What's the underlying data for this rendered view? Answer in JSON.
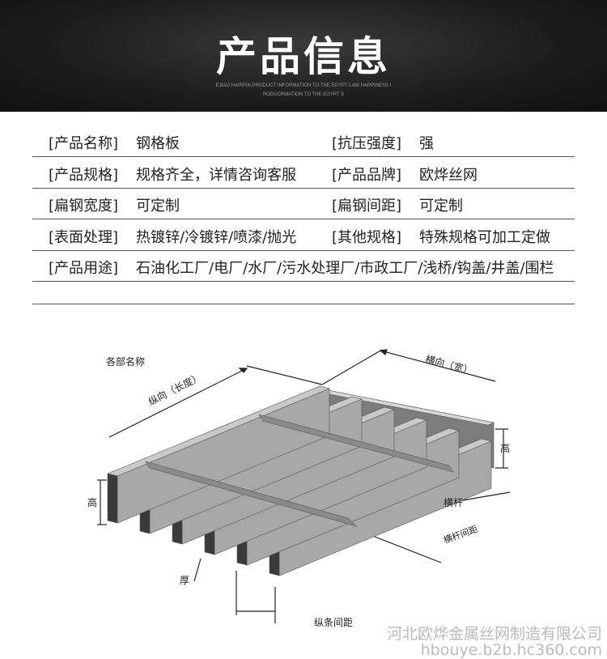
{
  "header": {
    "title": "产品信息",
    "subtitle_line1": "EJIAO HAIRPIN PRODUCT INFORMATION TO THE EGYPT LAW HAPPINESS I",
    "subtitle_line2": "RODUCRMATION TO THE EGYPT S"
  },
  "specs": [
    {
      "k1": "[产品名称]",
      "v1": "钢格板",
      "k2": "[抗压强度]",
      "v2": "强"
    },
    {
      "k1": "[产品规格]",
      "v1": "规格齐全，详情咨询客服",
      "k2": "[产品品牌]",
      "v2": "欧烨丝网"
    },
    {
      "k1": "[扁钢宽度]",
      "v1": "可定制",
      "k2": "[扁钢间距]",
      "v2": "可定制"
    },
    {
      "k1": "[表面处理]",
      "v1": "热镀锌/冷镀锌/喷漆/抛光",
      "k2": "[其他规格]",
      "v2": "特殊规格可加工定做"
    },
    {
      "k1": "[产品用途]",
      "v1": "石油化工厂/电厂/水厂/污水处理厂/市政工厂/浅桥/钩盖/井盖/围栏"
    }
  ],
  "diagram": {
    "title": "各部名称",
    "length": "纵向（长度）",
    "width": "横向（宽）",
    "height_right": "高",
    "height_left": "高",
    "crossbar": "横杆",
    "crossbar_spacing": "横杆间距",
    "thickness": "厚",
    "bar_spacing": "纵条间距"
  },
  "watermark": {
    "company": "河北欧烨金属丝网制造有限公司",
    "url": "hbouye.b2b.hc360.com"
  }
}
